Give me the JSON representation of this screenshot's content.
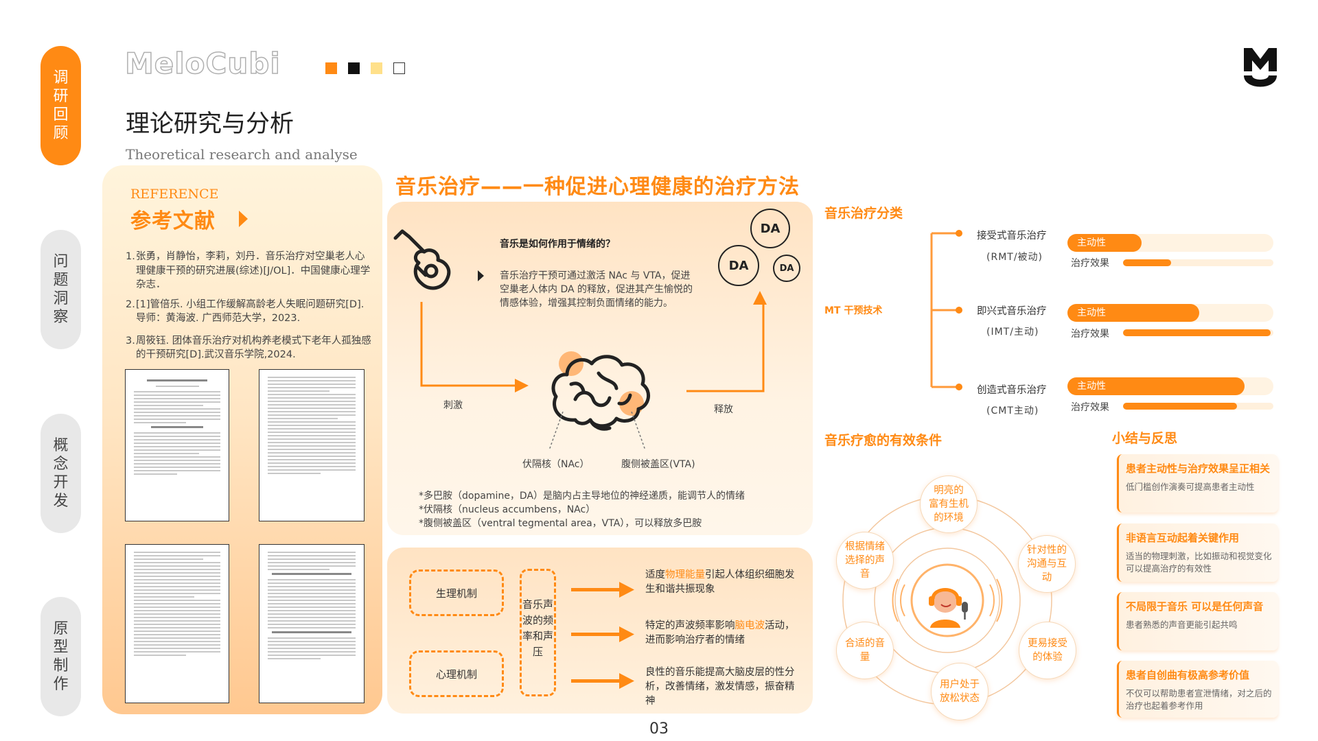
{
  "nav": [
    {
      "label": "调研回顾",
      "active": true
    },
    {
      "label": "问题洞察",
      "active": false
    },
    {
      "label": "概念开发",
      "active": false
    },
    {
      "label": "原型制作",
      "active": false
    }
  ],
  "header": {
    "brand": "MeloCubi",
    "title_cn": "理论研究与分析",
    "title_en": "Theoretical research and analyse",
    "swatches": [
      "#ff8a14",
      "#111111",
      "#ffe08a",
      "#ffffff"
    ]
  },
  "reference": {
    "label_en": "REFERENCE",
    "label_cn": "参考文献",
    "items": [
      {
        "num": "1.",
        "text": "张勇，肖静怡，李莉，刘丹．音乐治疗对空巢老人心理健康干预的研究进展(综述)[J/OL]．中国健康心理学杂志．"
      },
      {
        "num": "2.",
        "text": "[1]管倍乐. 小组工作缓解高龄老人失眠问题研究[D]. 导师：黄海波. 广西师范大学，2023."
      },
      {
        "num": "3.",
        "text": "周筱钰. 团体音乐治疗对机构养老模式下老年人孤独感的干预研究[D].武汉音乐学院,2024."
      }
    ]
  },
  "main_title": "音乐治疗——一种促进心理健康的治疗方法",
  "mechanism": {
    "question": "音乐是如何作用于情绪的？",
    "answer": "音乐治疗干预可通过激活 NAc 与 VTA，促进空巢老人体内 DA 的释放，促进其产生愉悦的情感体验，增强其控制负面情绪的能力。",
    "stimulus": "刺激",
    "release": "释放",
    "nac": "伏隔核（NAc）",
    "vta": "腹侧被盖区(VTA)",
    "da": "DA",
    "notes": [
      "*多巴胺（dopamine，DA）是脑内占主导地位的神经递质，能调节人的情绪",
      "*伏隔核（nucleus accumbens，NAc）",
      "*腹侧被盖区（ventral tegmental area，VTA），可以释放多巴胺"
    ]
  },
  "mechanisms2": {
    "physio": "生理机制",
    "psycho": "心理机制",
    "center": "音乐声波的频率和声压",
    "effects": [
      {
        "pre": "适度",
        "hl": "物理能量",
        "post": "引起人体组织细胞发生和谐共振现象"
      },
      {
        "pre": "特定的声波频率影响",
        "hl": "脑电波",
        "post": "活动，进而影响治疗者的情绪"
      },
      {
        "pre": "良性的音乐能提高大脑皮层的性分析，改善情绪，激发情感，振奋精神",
        "hl": "",
        "post": ""
      }
    ]
  },
  "classification": {
    "title": "音乐治疗分类",
    "mt_label": "MT 干预技术",
    "types": [
      {
        "name": "接受式音乐治疗",
        "sub": "(RMT/被动)",
        "active": "主动性",
        "effect": "治疗效果",
        "active_level": 0.36,
        "effect_level": 0.32
      },
      {
        "name": "即兴式音乐治疗",
        "sub": "(IMT/主动)",
        "active": "主动性",
        "effect": "治疗效果",
        "active_level": 0.64,
        "effect_level": 0.98
      },
      {
        "name": "创造式音乐治疗",
        "sub": "(CMT主动)",
        "active": "主动性",
        "effect": "治疗效果",
        "active_level": 0.86,
        "effect_level": 0.76
      }
    ]
  },
  "conditions": {
    "title": "音乐疗愈的有效条件",
    "items": [
      "明亮的 富有生机的环境",
      "针对性的沟通与互动",
      "更易接受的体验",
      "用户处于放松状态",
      "合适的音量",
      "根据情绪选择的声音"
    ]
  },
  "summary": {
    "title": "小结与反思",
    "cards": [
      {
        "title": "患者主动性与治疗效果呈正相关",
        "body": "低门槛创作演奏可提高患者主动性"
      },
      {
        "title": "非语言互动起着关键作用",
        "body": "适当的物理刺激，比如振动和视觉变化可以提高治疗的有效性"
      },
      {
        "title": "不局限于音乐 可以是任何声音",
        "body": "患者熟悉的声音更能引起共鸣"
      },
      {
        "title": "患者自创曲有极高参考价值",
        "body": "不仅可以帮助患者宣泄情绪，对之后的治疗也起着参考作用"
      }
    ]
  },
  "page_number": "03"
}
